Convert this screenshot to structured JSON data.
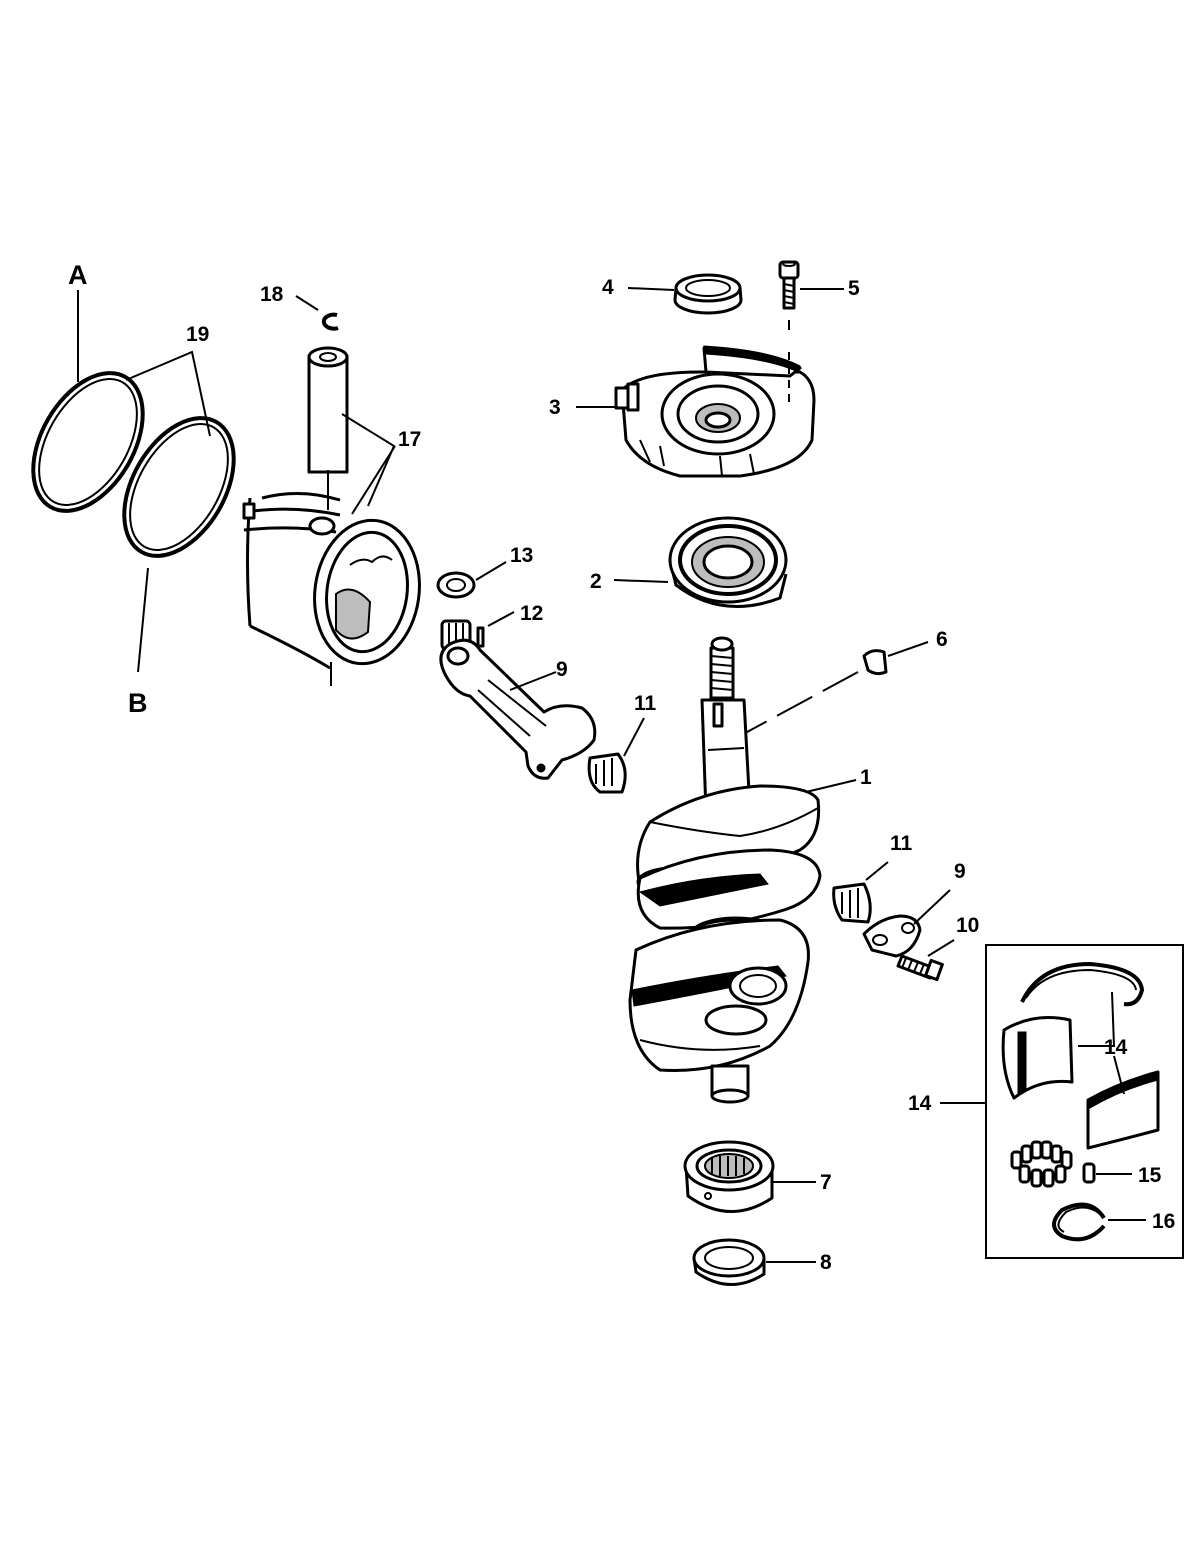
{
  "callouts": {
    "A": "A",
    "B": "B",
    "c1": "1",
    "c2": "2",
    "c3": "3",
    "c4": "4",
    "c5": "5",
    "c6": "6",
    "c7": "7",
    "c8": "8",
    "c9a": "9",
    "c9b": "9",
    "c10": "10",
    "c11a": "11",
    "c11b": "11",
    "c12": "12",
    "c13": "13",
    "c14a": "14",
    "c14b": "14",
    "c15": "15",
    "c16": "16",
    "c17": "17",
    "c18": "18",
    "c19": "19"
  }
}
